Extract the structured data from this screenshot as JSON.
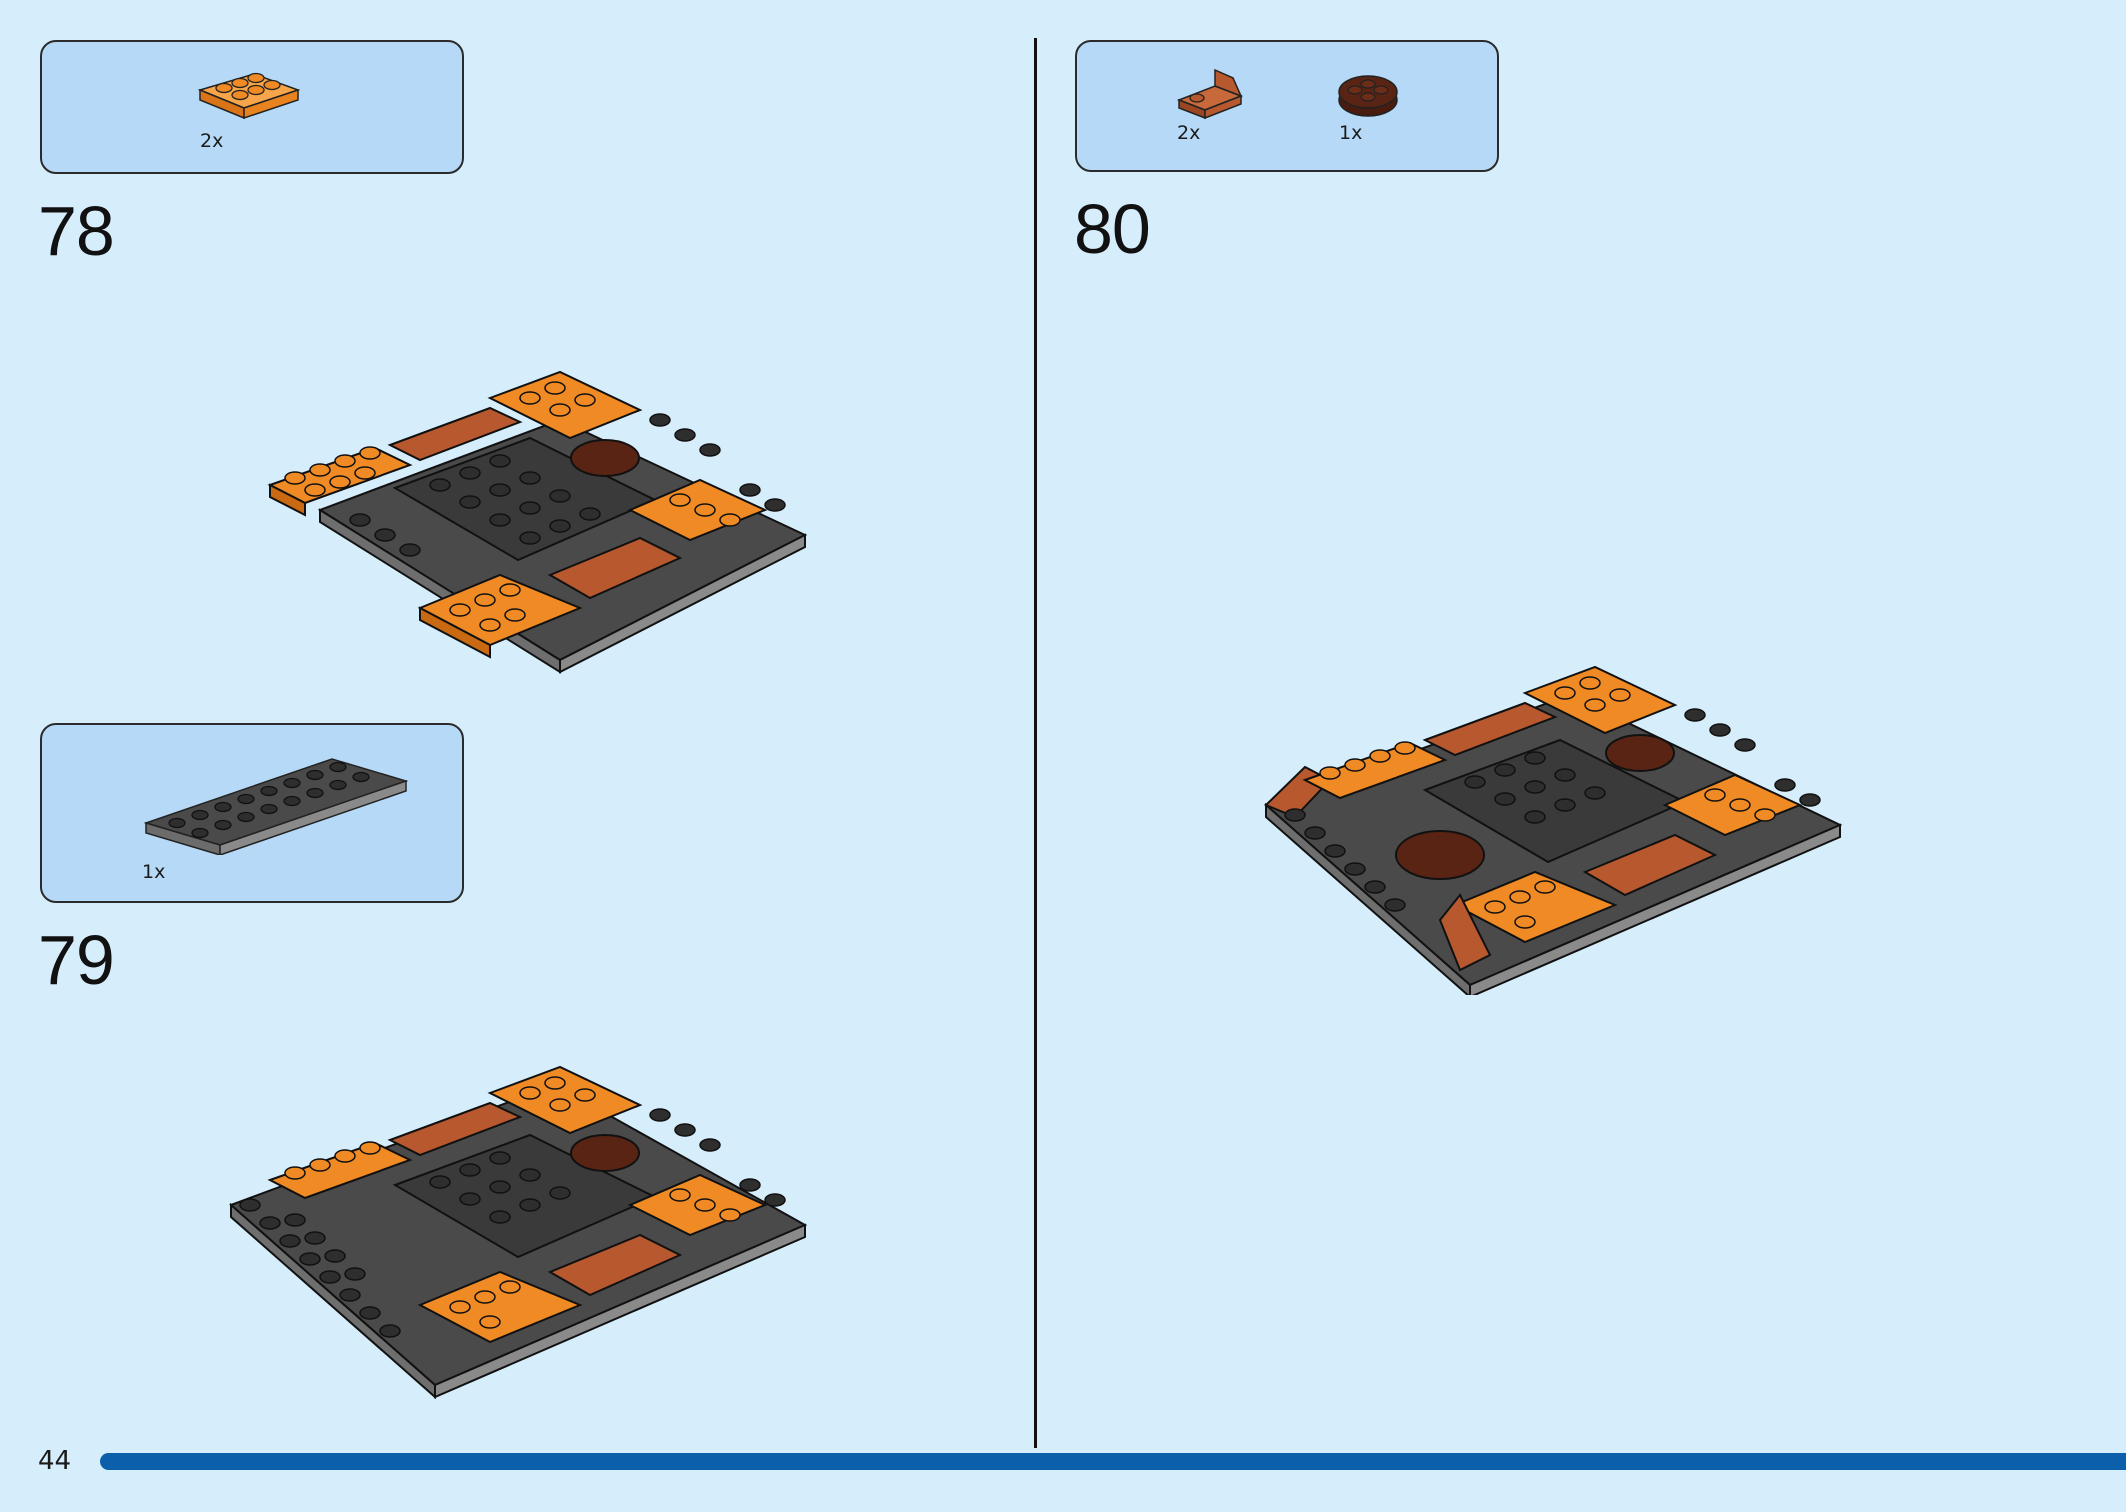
{
  "steps": [
    {
      "number": "78",
      "parts": [
        {
          "qty": "2x",
          "part_icon": "orange-plate-2x3-icon",
          "color": "#f08a24"
        }
      ]
    },
    {
      "number": "79",
      "parts": [
        {
          "qty": "1x",
          "part_icon": "dark-gray-plate-2x8-icon",
          "color": "#3c3c3c"
        }
      ]
    },
    {
      "number": "80",
      "parts": [
        {
          "qty": "2x",
          "part_icon": "reddish-brown-slope-bracket-icon",
          "color": "#b8582e"
        },
        {
          "qty": "1x",
          "part_icon": "dark-brown-round-plate-icon",
          "color": "#5a2414"
        }
      ]
    }
  ],
  "page": {
    "number": "44",
    "progress": 1.0
  },
  "colors": {
    "background": "#d6eefb",
    "parts_box": "#b5d9f6",
    "orange": "#f08a24",
    "dark_gray": "#3c3c3c",
    "reddish_brown": "#b8582e",
    "dark_brown": "#5a2414",
    "progress_bar": "#0b5fab"
  }
}
